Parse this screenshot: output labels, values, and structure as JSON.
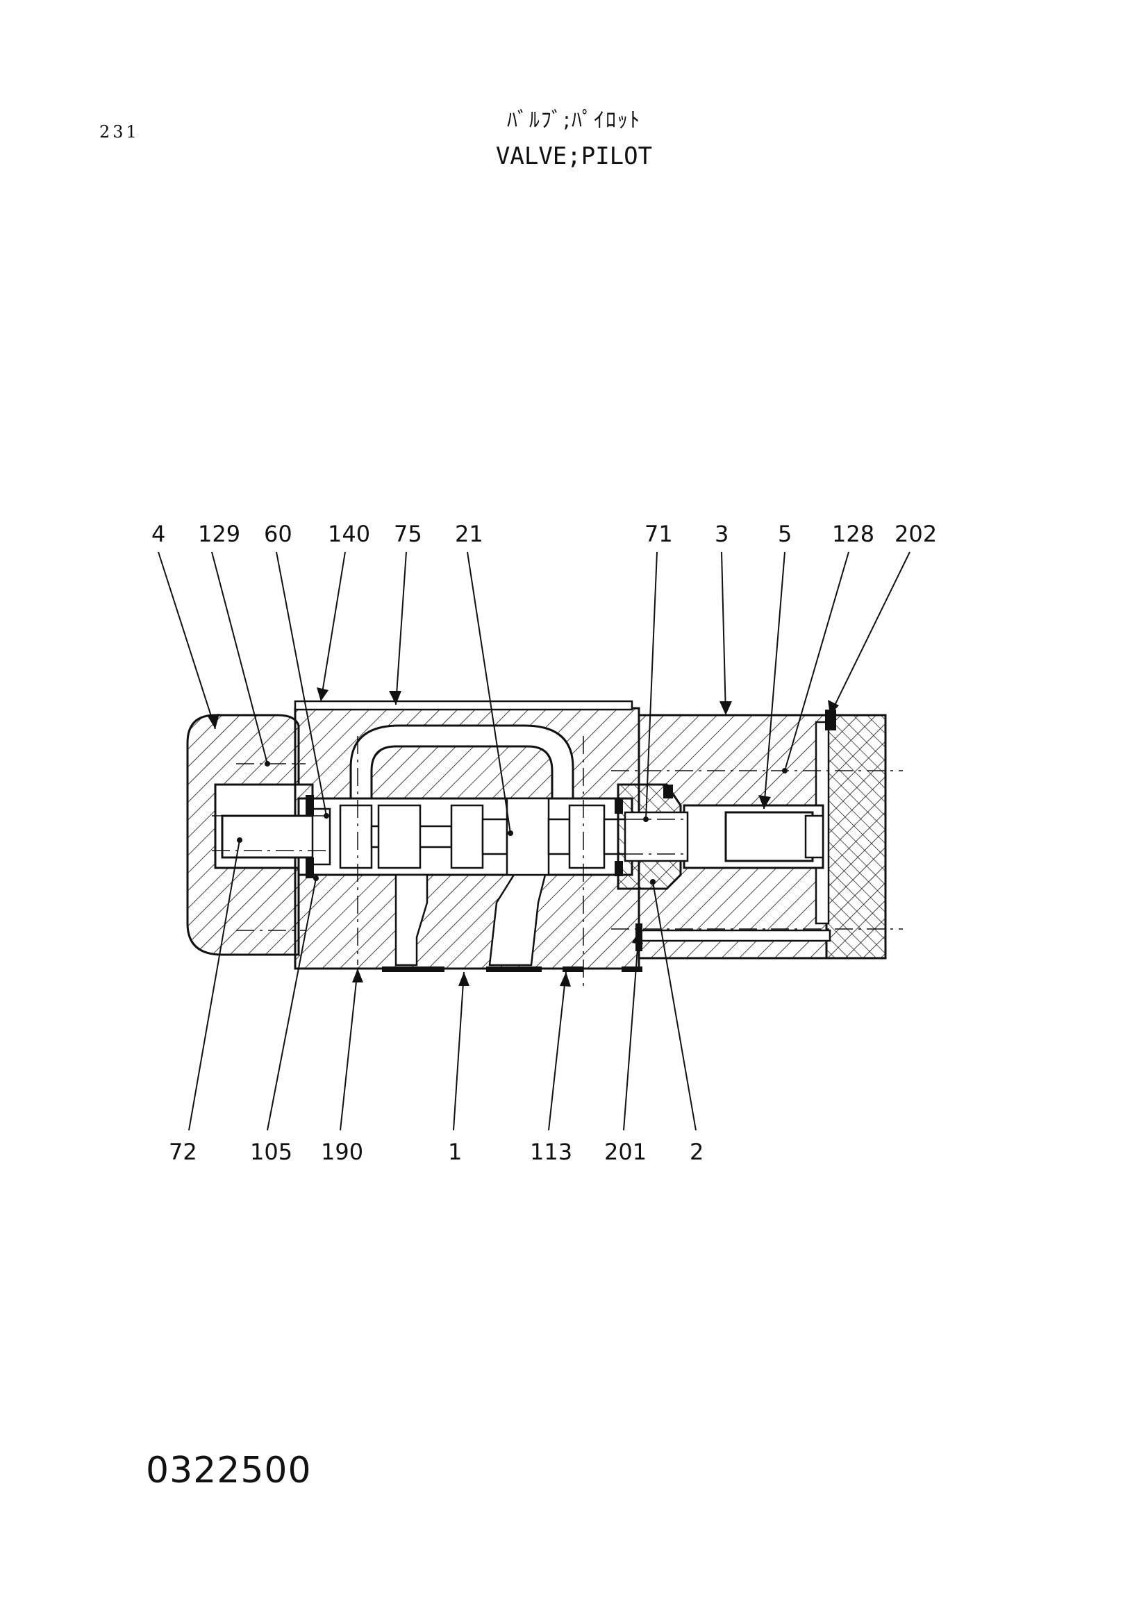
{
  "header": {
    "page_number": "231",
    "title_jp": "ﾊﾞﾙﾌﾞ;ﾊﾟｲﾛｯﾄ",
    "title_en": "VALVE;PILOT"
  },
  "diagram": {
    "callouts_top": [
      "4",
      "129",
      "60",
      "140",
      "75",
      "21",
      "71",
      "3",
      "5",
      "128",
      "202"
    ],
    "callouts_bottom": [
      "72",
      "105",
      "190",
      "1",
      "113",
      "201",
      "2"
    ]
  },
  "footer": {
    "doc_number": "0322500"
  }
}
